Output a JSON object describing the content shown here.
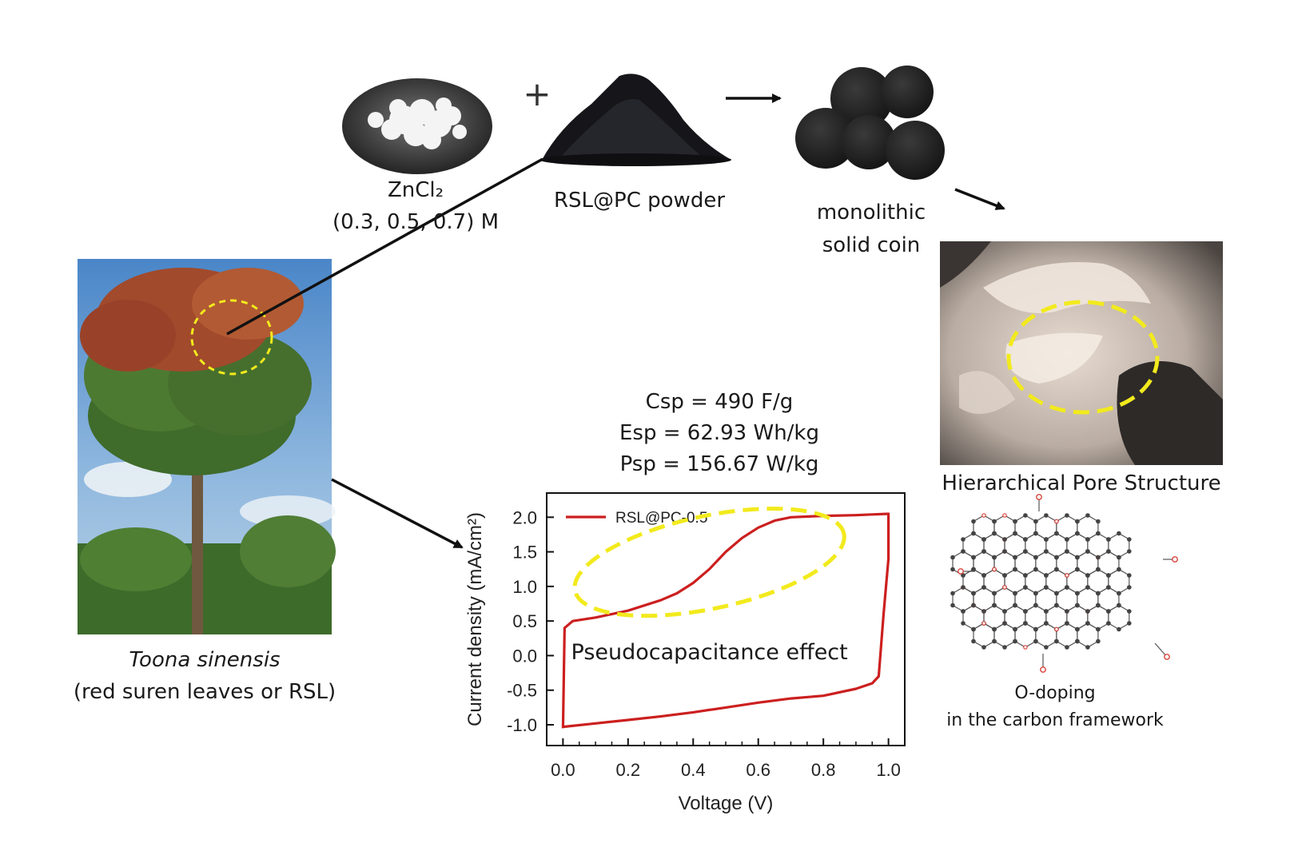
{
  "top_row": {
    "zncl2_label": "ZnCl₂",
    "zncl2_conc": "(0.3, 0.5, 0.7) M",
    "plus_sign": "+",
    "powder_label": "RSL@PC powder",
    "coin_line1": "monolithic",
    "coin_line2": "solid coin"
  },
  "tree": {
    "species": "Toona sinensis",
    "description": "(red suren leaves or RSL)"
  },
  "sem": {
    "title": "Hierarchical Pore Structure"
  },
  "doping": {
    "line1": "O-doping",
    "line2": "in the carbon framework"
  },
  "metrics": {
    "csp": "Csp = 490 F/g",
    "esp": "Esp = 62.93 Wh/kg",
    "psp": "Psp = 156.67 W/kg"
  },
  "chart_data": {
    "type": "line",
    "xlabel": "Voltage (V)",
    "ylabel": "Current density (mA/cm²)",
    "xlim": [
      -0.05,
      1.05
    ],
    "ylim": [
      -1.3,
      2.35
    ],
    "xticks": [
      0.0,
      0.2,
      0.4,
      0.6,
      0.8,
      1.0
    ],
    "xtick_labels": [
      "0.0",
      "0.2",
      "0.4",
      "0.6",
      "0.8",
      "1.0"
    ],
    "yticks": [
      -1.0,
      -0.5,
      0.0,
      0.5,
      1.0,
      1.5,
      2.0
    ],
    "ytick_labels": [
      "-1.0",
      "-0.5",
      "0.0",
      "0.5",
      "1.0",
      "1.5",
      "2.0"
    ],
    "legend_position": "top-left",
    "annotation": "Pseudocapacitance effect",
    "series": [
      {
        "name": "RSL@PC-0.5",
        "color": "#cc1f1f",
        "x": [
          0.0,
          0.005,
          0.03,
          0.1,
          0.2,
          0.3,
          0.35,
          0.4,
          0.45,
          0.5,
          0.55,
          0.6,
          0.65,
          0.7,
          0.8,
          0.9,
          0.95,
          1.0,
          1.0,
          0.985,
          0.97,
          0.95,
          0.9,
          0.8,
          0.7,
          0.6,
          0.5,
          0.4,
          0.3,
          0.2,
          0.1,
          0.0,
          0.0
        ],
        "y": [
          -1.05,
          0.4,
          0.5,
          0.55,
          0.65,
          0.8,
          0.9,
          1.05,
          1.25,
          1.5,
          1.7,
          1.85,
          1.95,
          2.0,
          2.02,
          2.03,
          2.04,
          2.05,
          1.4,
          0.6,
          -0.3,
          -0.4,
          -0.48,
          -0.58,
          -0.62,
          -0.68,
          -0.75,
          -0.82,
          -0.88,
          -0.93,
          -0.98,
          -1.03,
          -1.05
        ]
      }
    ]
  },
  "colors": {
    "curve": "#cc1f1f",
    "highlight": "#f2ea1d",
    "arrow": "#111111",
    "oxygen": "#d9433a",
    "bond": "#555555"
  }
}
